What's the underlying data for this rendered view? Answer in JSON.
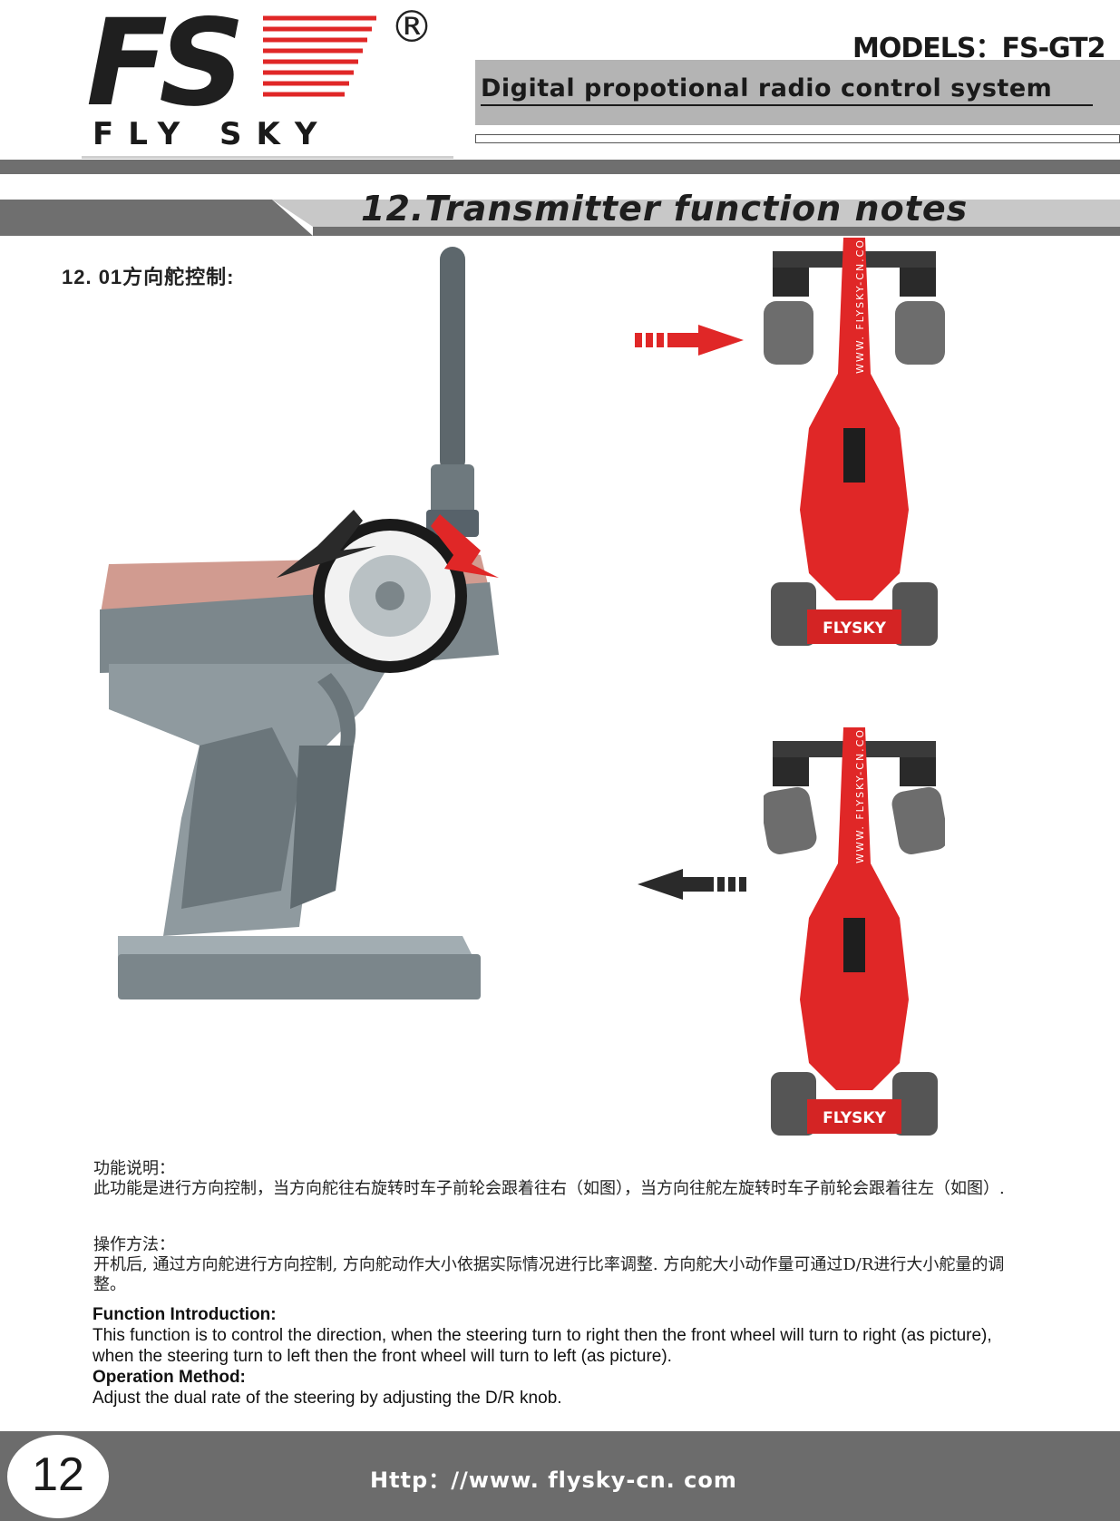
{
  "header": {
    "logo_mark": "FS",
    "logo_registered": "®",
    "logo_brand": "FLY SKY",
    "models_label": "MODELS：FS-GT2",
    "subtitle": "Digital propotional radio control system"
  },
  "section": {
    "title": "12.Transmitter function notes",
    "subheading": "12. 01方向舵控制:"
  },
  "illustrations": {
    "car_top_site": "WWW. FLYSKY-CN.COM",
    "car_top_badge": "FLYSKY",
    "car_bottom_site": "WWW. FLYSKY-CN.COM",
    "car_bottom_badge": "FLYSKY",
    "colors": {
      "red": "#e02727",
      "gray": "#8a959a",
      "dark": "#2a2a2a"
    }
  },
  "zh": {
    "intro_heading": "功能说明：",
    "intro_body": "此功能是进行方向控制，当方向舵往右旋转时车子前轮会跟着往右（如图），当方向往舵左旋转时车子前轮会跟着往左（如图）.",
    "method_heading": "操作方法：",
    "method_body": "开机后, 通过方向舵进行方向控制, 方向舵动作大小依据实际情况进行比率调整. 方向舵大小动作量可通过D/R进行大小舵量的调整。"
  },
  "en": {
    "intro_heading": "Function Introduction:",
    "intro_body": "This function is to control the direction, when the steering turn to right then the front wheel will turn to right (as picture), when the steering turn to left then the front wheel will turn to left (as picture).",
    "method_heading": "Operation Method:",
    "method_body": "Adjust the dual rate of the steering by adjusting the D/R knob."
  },
  "footer": {
    "page_number": "12",
    "url": "Http：//www. flysky-cn. com"
  }
}
